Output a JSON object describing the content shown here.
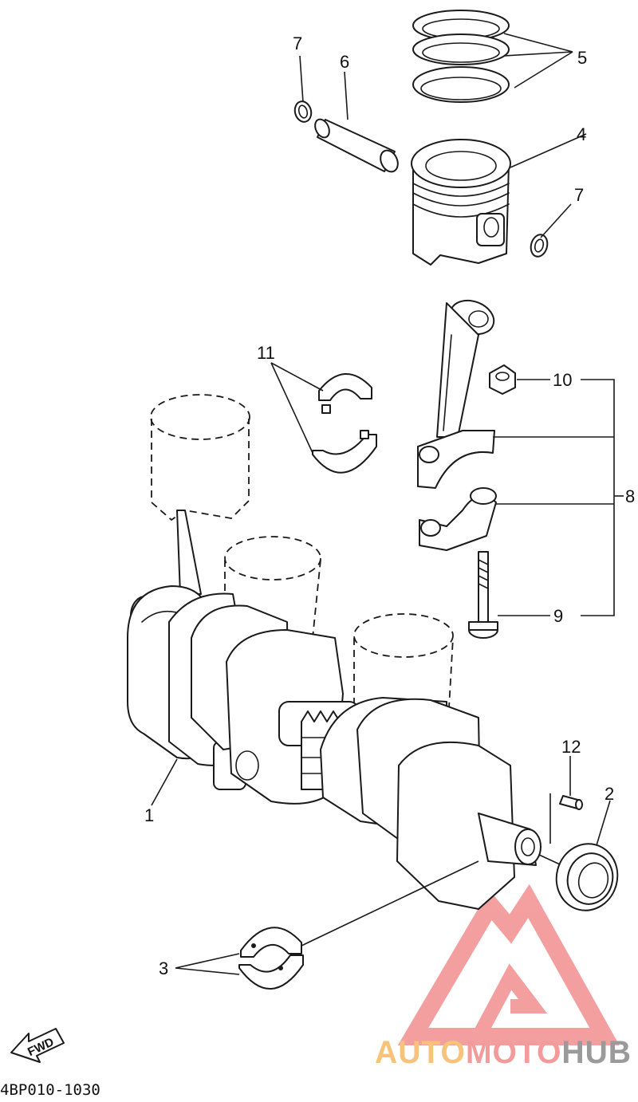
{
  "callouts": {
    "c1": "1",
    "c2": "2",
    "c3": "3",
    "c4": "4",
    "c5": "5",
    "c6": "6",
    "c7a": "7",
    "c7b": "7",
    "c8": "8",
    "c9": "9",
    "c10": "10",
    "c11": "11",
    "c12": "12"
  },
  "direction_label": "FWD",
  "diagram_code": "4BP010-1030",
  "watermark": {
    "word_part1": "AUTO",
    "word_part2": "MOTO",
    "word_part3": "HUB",
    "colors": {
      "auto": "#f7c27a",
      "moto": "#f39a9a",
      "hub": "#9a9a9a",
      "logo": "#f08080"
    }
  }
}
